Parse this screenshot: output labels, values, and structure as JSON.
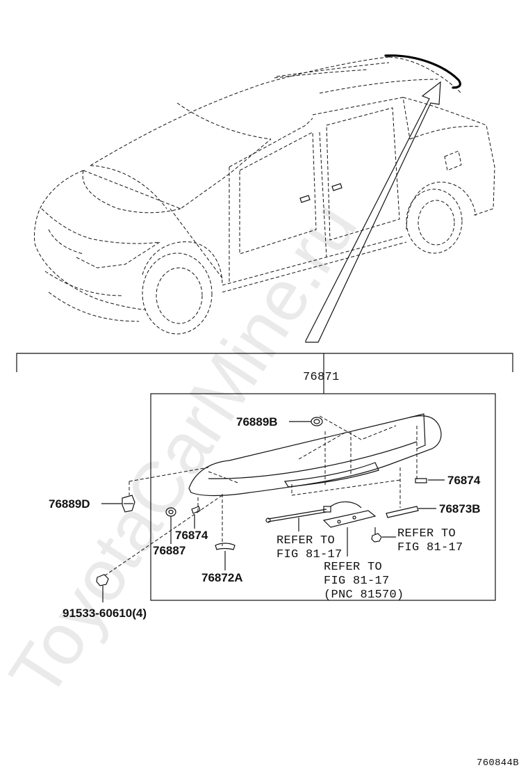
{
  "watermark": "ToyotaCarMine.ru",
  "diagram_code": "760844B",
  "labels": {
    "assembly": "76871",
    "p_76889B": "76889B",
    "p_76874_right": "76874",
    "p_76873B": "76873B",
    "p_76889D": "76889D",
    "p_76874_left": "76874",
    "p_76887": "76887",
    "p_76872A": "76872A",
    "p_screw": "91533-60610(4)",
    "ref1_line1": "REFER TO",
    "ref1_line2": "FIG 81-17",
    "ref2_line1": "REFER TO",
    "ref2_line2": "FIG 81-17",
    "ref3_line1": "REFER TO",
    "ref3_line2": "FIG 81-17",
    "ref3_line3": "(PNC 81570)"
  }
}
